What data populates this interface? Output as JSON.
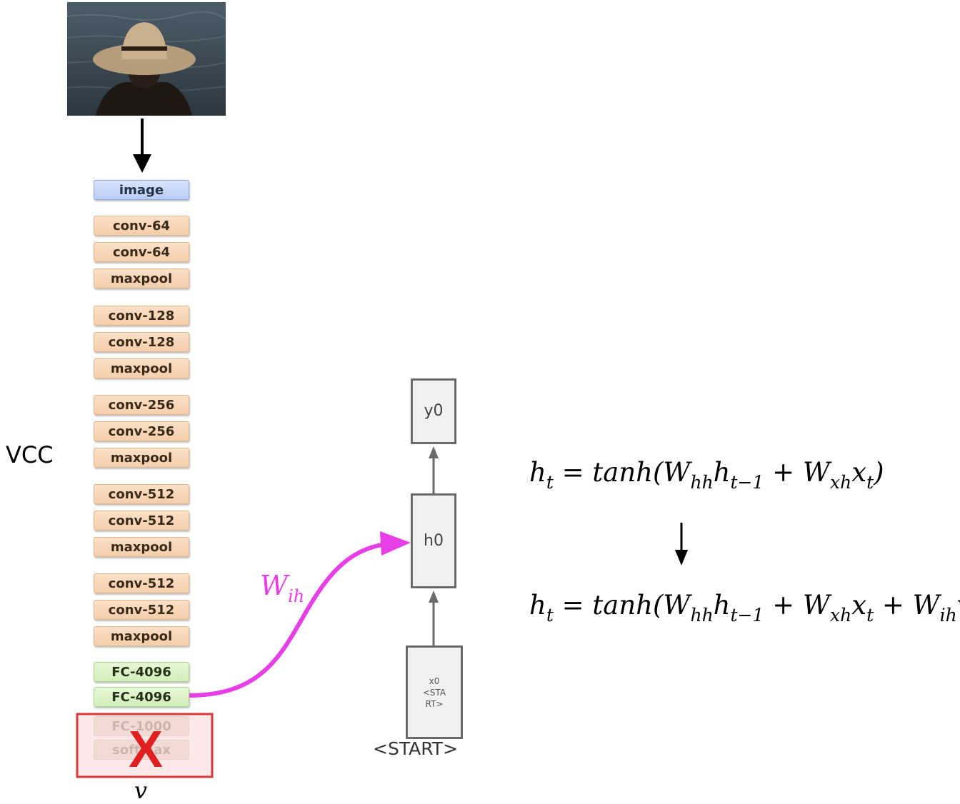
{
  "side_label": "VCC",
  "vgg_layers": [
    {
      "label": "image",
      "style": "blue"
    },
    {
      "label": "conv-64",
      "style": "orange"
    },
    {
      "label": "conv-64",
      "style": "orange"
    },
    {
      "label": "maxpool",
      "style": "orange"
    },
    {
      "label": "conv-128",
      "style": "orange"
    },
    {
      "label": "conv-128",
      "style": "orange"
    },
    {
      "label": "maxpool",
      "style": "orange"
    },
    {
      "label": "conv-256",
      "style": "orange"
    },
    {
      "label": "conv-256",
      "style": "orange"
    },
    {
      "label": "maxpool",
      "style": "orange"
    },
    {
      "label": "conv-512",
      "style": "orange"
    },
    {
      "label": "conv-512",
      "style": "orange"
    },
    {
      "label": "maxpool",
      "style": "orange"
    },
    {
      "label": "conv-512",
      "style": "orange"
    },
    {
      "label": "conv-512",
      "style": "orange"
    },
    {
      "label": "maxpool",
      "style": "orange"
    },
    {
      "label": "FC-4096",
      "style": "green"
    },
    {
      "label": "FC-4096",
      "style": "green"
    },
    {
      "label": "FC-1000",
      "style": "faded"
    },
    {
      "label": "softmax",
      "style": "faded"
    }
  ],
  "removed_marker": "X",
  "v_label": "v",
  "w_ih_label": {
    "base": "W",
    "sub": "ih"
  },
  "rnn": {
    "output_node": "y0",
    "hidden_node": "h0",
    "input_node": "x0\n<STA\nRT>",
    "start_label": "<START>"
  },
  "equations": {
    "before": {
      "lhs": "h",
      "lhs_sub": "t",
      "body": " = tanh(W",
      "whh_sub": "hh",
      "h": "h",
      "h_sub": "t−1",
      "plus_w": " + W",
      "wxh_sub": "xh",
      "x": "x",
      "x_sub": "t",
      "close": ")"
    },
    "after": {
      "lhs": "h",
      "lhs_sub": "t",
      "body": " = tanh(W",
      "whh_sub": "hh",
      "h": "h",
      "h_sub": "t−1",
      "plus_w": " + W",
      "wxh_sub": "xh",
      "x": "x",
      "x_sub": "t",
      "plus_wih": " + W",
      "wih_sub": "ih",
      "v": "v",
      "close": ")"
    }
  },
  "colors": {
    "curve": "#e83ee8",
    "removed_box": "#d93a3a",
    "removed_x": "#e02020",
    "arrow": "#000000",
    "rnn_arrow": "#6a6a6a"
  }
}
